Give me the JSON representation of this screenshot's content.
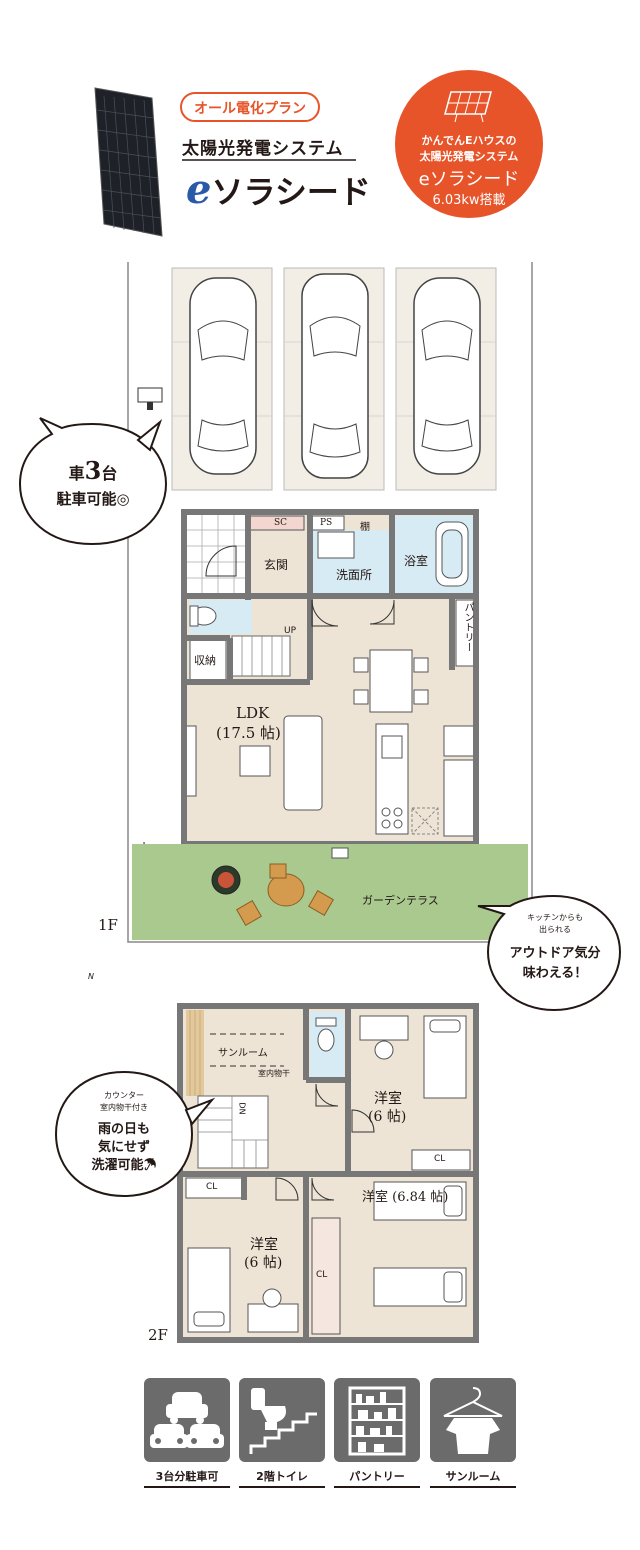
{
  "header": {
    "plan_pill": "オール電化プラン",
    "solar_title": "太陽光発電システム",
    "brand_e": "e",
    "brand_name": "ソラシード"
  },
  "badge": {
    "line1": "かんでんEハウスの",
    "line2": "太陽光発電システム",
    "line3": "eソラシード",
    "line4": "6.03kw搭載"
  },
  "bubbles": {
    "parking_line1_a": "車",
    "parking_line1_num": "3",
    "parking_line1_b": "台",
    "parking_line2": "駐車可能◎",
    "outdoor_small1": "キッチンからも",
    "outdoor_small2": "出られる",
    "outdoor_line1": "アウトドア気分",
    "outdoor_line2": "味わえる！",
    "laundry_small1": "カウンター",
    "laundry_small2": "室内物干付き",
    "laundry_line1": "雨の日も",
    "laundry_line2": "気にせず",
    "laundry_line3": "洗濯可能☂"
  },
  "floor1": {
    "floor_label": "1F",
    "sc": "SC",
    "ps": "PS",
    "shelf": "棚",
    "entrance": "玄関",
    "washroom": "洗面所",
    "bath": "浴室",
    "pantry": "パントリー",
    "storage": "収納",
    "up": "UP",
    "ldk": "LDK",
    "ldk_size": "(17.5 帖)",
    "garden": "ガーデンテラス"
  },
  "floor2": {
    "floor_label": "2F",
    "sunroom": "サンルーム",
    "drying": "室内物干",
    "dn": "DN",
    "room_a": "洋室",
    "room_a_size": "(6 帖)",
    "cl": "CL",
    "room_b": "洋室 (6.84 帖)",
    "room_c": "洋室",
    "room_c_size": "(6 帖)"
  },
  "compass": {
    "north": "N"
  },
  "features": [
    {
      "label": "3台分駐車可",
      "icon": "cars-icon"
    },
    {
      "label": "2階トイレ",
      "icon": "toilet-stairs-icon"
    },
    {
      "label": "パントリー",
      "icon": "pantry-icon"
    },
    {
      "label": "サンルーム",
      "icon": "hanger-icon"
    }
  ],
  "colors": {
    "accent": "#e8542a",
    "brand_blue": "#2a59a8",
    "floor": "#ede4d6",
    "wet": "#d7ebf5",
    "garden": "#a9c98f",
    "icon_gray": "#6b6b6b"
  }
}
